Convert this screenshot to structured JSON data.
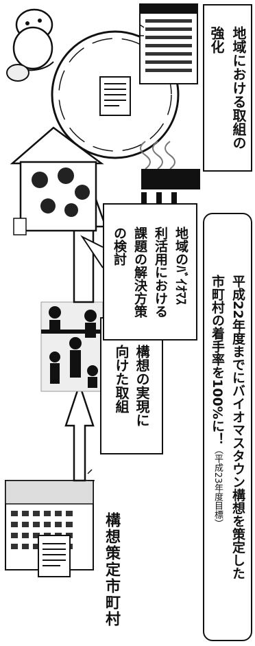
{
  "labels": {
    "municipality": "構想策定市町村",
    "implementation_line1": "構想の実現に",
    "implementation_line2": "向けた取組",
    "biomass_line1": "地域のﾊﾞｲｵﾏｽ",
    "biomass_line2": "利活用における",
    "biomass_line3": "課題の解決方策",
    "biomass_line4": "の検討",
    "regional_line1": "地域における取組の",
    "regional_line2": "強化"
  },
  "goal": {
    "line1": "平成22年度までにバイオマスタウン構想を策定した",
    "line2_main": "市町村の着手率を100%に！",
    "line2_note": "（平成23年度目標）"
  },
  "icons": {
    "document": "document-icon",
    "globe": "globe-icon",
    "family": "family-house-icon",
    "elder": "elderly-people-icon",
    "factory": "factory-icon",
    "meeting": "meeting-people-icon",
    "building": "building-icon",
    "arrow": "arrow-icon"
  }
}
